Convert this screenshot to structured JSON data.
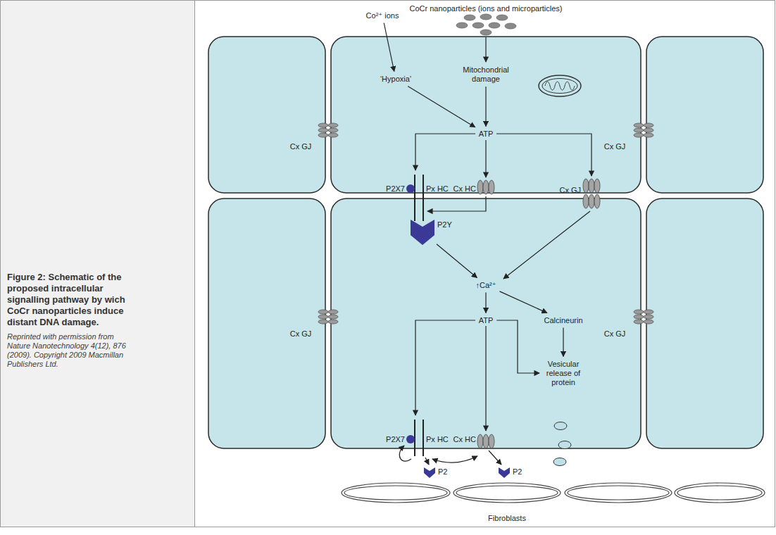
{
  "diagram": {
    "caption": "Figure 2: Schematic of the proposed intracellular signalling pathway by wich CoCr nanoparticles induce distant DNA damage.",
    "nodes": [
      {
        "text": [
          "Co²⁺ ions"
        ]
      },
      {
        "text": [
          "‘Hypoxia’"
        ]
      },
      {
        "text": [
          "Mitochondrial damage"
        ]
      },
      {
        "text": [
          "ATP"
        ]
      },
      {
        "text": [
          "P2Y"
        ]
      },
      {
        "text": [
          "↑Ca²⁺"
        ]
      },
      {
        "text": [
          "ATP"
        ]
      },
      {
        "text": [
          "Calcineurin"
        ]
      },
      {
        "text": [
          "Vesicular release of protein"
        ]
      }
    ],
    "edges": [
      {
        "from": 0,
        "to": 1,
        "arrow": "to"
      },
      {
        "from": 1,
        "to": 3,
        "arrow": "to"
      },
      {
        "from": 2,
        "to": 3,
        "arrow": "to"
      },
      {
        "from": 4,
        "to": 5,
        "arrow": "to"
      },
      {
        "from": 5,
        "to": 6,
        "arrow": "to"
      },
      {
        "from": 5,
        "to": 7,
        "arrow": "to"
      },
      {
        "from": 7,
        "to": 8,
        "arrow": "to"
      },
      {
        "from": 6,
        "to": 8,
        "arrow": "to"
      }
    ],
    "labels": [
      "CoCr nanoparticles (ions and microparticles)",
      "Cx GJ",
      "Cx GJ",
      "P2X7",
      "Px HC",
      "Cx HC",
      "Cx GJ",
      "Cx GJ",
      "Cx GJ",
      "P2X7",
      "Px HC",
      "Cx HC",
      "P2",
      "P2",
      "Fibroblasts",
      "Reprinted with permission from Nature Nanotechnology 4(12), 876 (2009). Copyright 2009 Macmillan Publishers Ltd."
    ]
  }
}
